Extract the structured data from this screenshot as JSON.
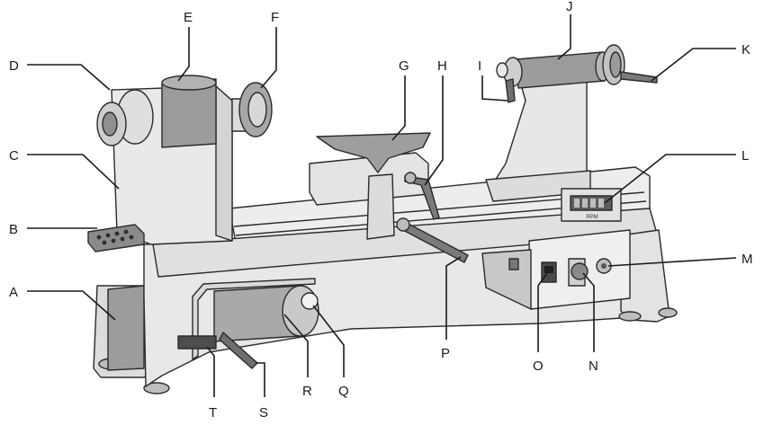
{
  "diagram": {
    "labels": {
      "A": "A",
      "B": "B",
      "C": "C",
      "D": "D",
      "E": "E",
      "F": "F",
      "G": "G",
      "H": "H",
      "I": "I",
      "J": "J",
      "K": "K",
      "L": "L",
      "M": "M",
      "N": "N",
      "O": "O",
      "P": "P",
      "Q": "Q",
      "R": "R",
      "S": "S",
      "T": "T"
    },
    "display_text": "RPM",
    "colors": {
      "body": "#e6e6e6",
      "body_dark": "#cfcfcf",
      "motor": "#a9a9a9",
      "motor_dark": "#8e8e8e",
      "outline": "#2b2b2b",
      "label": "#1a1a1a"
    }
  }
}
